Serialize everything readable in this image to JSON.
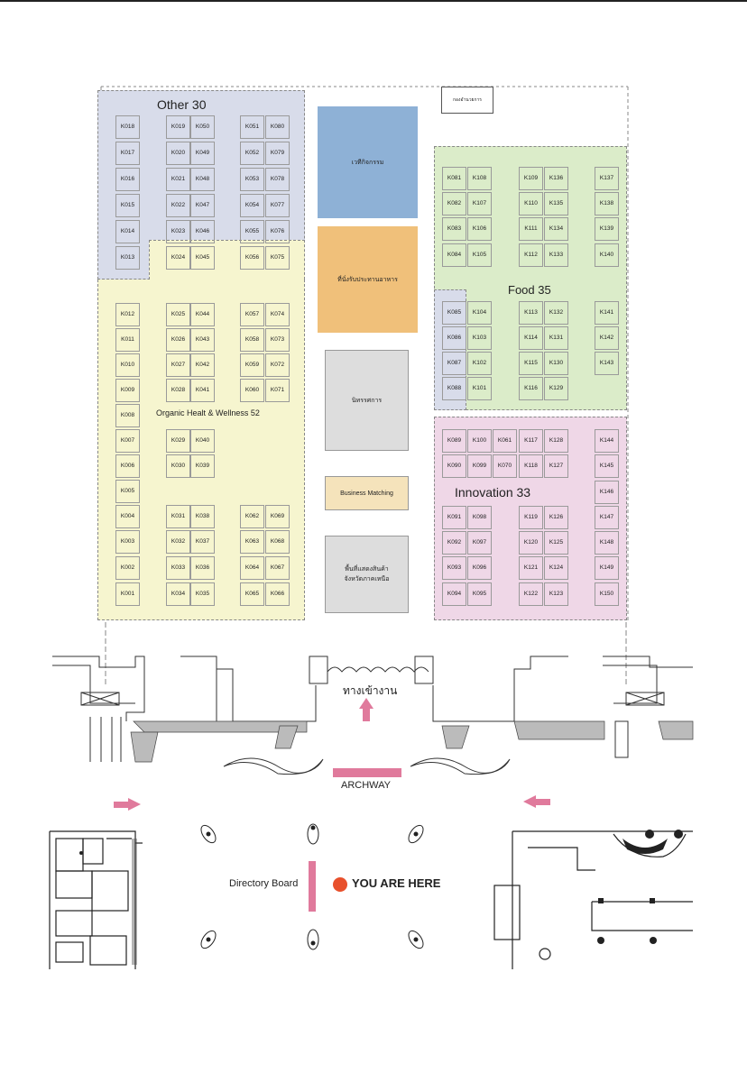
{
  "zones": {
    "other": {
      "label": "Other 30",
      "color": "#d8dcea"
    },
    "organic": {
      "label": "Organic Healt & Wellness 52",
      "color": "#f6f5cf"
    },
    "food": {
      "label": "Food 35",
      "color": "#dbecc9"
    },
    "innovation": {
      "label": "Innovation 33",
      "color": "#efd7e7"
    }
  },
  "facilities": {
    "office": "กองอำนวยการ",
    "stage": "เวทีกิจกรรม",
    "dining": "ที่นั่งรับประทานอาหาร",
    "catering": "นิทรรศการ",
    "business_matching": "Business Matching",
    "northern_products_line1": "พื้นที่แสดงสินค้า",
    "northern_products_line2": "จังหวัดภาคเหนือ"
  },
  "entrance_label": "ทางเข้างาน",
  "archway_label": "ARCHWAY",
  "directory_label": "Directory Board",
  "you_are_here_label": "YOU ARE HERE",
  "colors": {
    "accent_pink": "#e07a9c",
    "you_are_here": "#e8502c",
    "stage": "#8eb1d6",
    "dining": "#f0c07a",
    "catering": "#dddddd",
    "business": "#f5e3bb"
  },
  "booths": [
    {
      "id": "K018",
      "col": 128,
      "row": 128
    },
    {
      "id": "K017",
      "col": 128,
      "row": 157
    },
    {
      "id": "K016",
      "col": 128,
      "row": 186
    },
    {
      "id": "K015",
      "col": 128,
      "row": 215
    },
    {
      "id": "K014",
      "col": 128,
      "row": 244
    },
    {
      "id": "K013",
      "col": 128,
      "row": 273
    },
    {
      "id": "K019",
      "col": 184,
      "row": 128
    },
    {
      "id": "K020",
      "col": 184,
      "row": 157
    },
    {
      "id": "K021",
      "col": 184,
      "row": 186
    },
    {
      "id": "K022",
      "col": 184,
      "row": 215
    },
    {
      "id": "K023",
      "col": 184,
      "row": 244
    },
    {
      "id": "K024",
      "col": 184,
      "row": 273
    },
    {
      "id": "K050",
      "col": 211,
      "row": 128
    },
    {
      "id": "K049",
      "col": 211,
      "row": 157
    },
    {
      "id": "K048",
      "col": 211,
      "row": 186
    },
    {
      "id": "K047",
      "col": 211,
      "row": 215
    },
    {
      "id": "K046",
      "col": 211,
      "row": 244
    },
    {
      "id": "K045",
      "col": 211,
      "row": 273
    },
    {
      "id": "K051",
      "col": 266,
      "row": 128
    },
    {
      "id": "K052",
      "col": 266,
      "row": 157
    },
    {
      "id": "K053",
      "col": 266,
      "row": 186
    },
    {
      "id": "K054",
      "col": 266,
      "row": 215
    },
    {
      "id": "K055",
      "col": 266,
      "row": 244
    },
    {
      "id": "K056",
      "col": 266,
      "row": 273
    },
    {
      "id": "K080",
      "col": 294,
      "row": 128
    },
    {
      "id": "K079",
      "col": 294,
      "row": 157
    },
    {
      "id": "K078",
      "col": 294,
      "row": 186
    },
    {
      "id": "K077",
      "col": 294,
      "row": 215
    },
    {
      "id": "K076",
      "col": 294,
      "row": 244
    },
    {
      "id": "K075",
      "col": 294,
      "row": 273
    },
    {
      "id": "K012",
      "col": 128,
      "row": 336
    },
    {
      "id": "K011",
      "col": 128,
      "row": 364
    },
    {
      "id": "K010",
      "col": 128,
      "row": 392
    },
    {
      "id": "K009",
      "col": 128,
      "row": 420
    },
    {
      "id": "K008",
      "col": 128,
      "row": 448
    },
    {
      "id": "K007",
      "col": 128,
      "row": 476
    },
    {
      "id": "K006",
      "col": 128,
      "row": 504
    },
    {
      "id": "K005",
      "col": 128,
      "row": 532
    },
    {
      "id": "K004",
      "col": 128,
      "row": 560
    },
    {
      "id": "K003",
      "col": 128,
      "row": 588
    },
    {
      "id": "K002",
      "col": 128,
      "row": 617
    },
    {
      "id": "K001",
      "col": 128,
      "row": 646
    },
    {
      "id": "K025",
      "col": 184,
      "row": 336
    },
    {
      "id": "K026",
      "col": 184,
      "row": 364
    },
    {
      "id": "K027",
      "col": 184,
      "row": 392
    },
    {
      "id": "K028",
      "col": 184,
      "row": 420
    },
    {
      "id": "K044",
      "col": 211,
      "row": 336
    },
    {
      "id": "K043",
      "col": 211,
      "row": 364
    },
    {
      "id": "K042",
      "col": 211,
      "row": 392
    },
    {
      "id": "K041",
      "col": 211,
      "row": 420
    },
    {
      "id": "K029",
      "col": 184,
      "row": 476
    },
    {
      "id": "K030",
      "col": 184,
      "row": 504
    },
    {
      "id": "K040",
      "col": 211,
      "row": 476
    },
    {
      "id": "K039",
      "col": 211,
      "row": 504
    },
    {
      "id": "K031",
      "col": 184,
      "row": 560
    },
    {
      "id": "K032",
      "col": 184,
      "row": 588
    },
    {
      "id": "K033",
      "col": 184,
      "row": 617
    },
    {
      "id": "K034",
      "col": 184,
      "row": 646
    },
    {
      "id": "K038",
      "col": 211,
      "row": 560
    },
    {
      "id": "K037",
      "col": 211,
      "row": 588
    },
    {
      "id": "K036",
      "col": 211,
      "row": 617
    },
    {
      "id": "K035",
      "col": 211,
      "row": 646
    },
    {
      "id": "K057",
      "col": 266,
      "row": 336
    },
    {
      "id": "K058",
      "col": 266,
      "row": 364
    },
    {
      "id": "K059",
      "col": 266,
      "row": 392
    },
    {
      "id": "K060",
      "col": 266,
      "row": 420
    },
    {
      "id": "K074",
      "col": 294,
      "row": 336
    },
    {
      "id": "K073",
      "col": 294,
      "row": 364
    },
    {
      "id": "K072",
      "col": 294,
      "row": 392
    },
    {
      "id": "K071",
      "col": 294,
      "row": 420
    },
    {
      "id": "K062",
      "col": 266,
      "row": 560
    },
    {
      "id": "K063",
      "col": 266,
      "row": 588
    },
    {
      "id": "K064",
      "col": 266,
      "row": 617
    },
    {
      "id": "K065",
      "col": 266,
      "row": 646
    },
    {
      "id": "K069",
      "col": 294,
      "row": 560
    },
    {
      "id": "K068",
      "col": 294,
      "row": 588
    },
    {
      "id": "K067",
      "col": 294,
      "row": 617
    },
    {
      "id": "K066",
      "col": 294,
      "row": 646
    },
    {
      "id": "K081",
      "col": 490,
      "row": 185
    },
    {
      "id": "K082",
      "col": 490,
      "row": 213
    },
    {
      "id": "K083",
      "col": 490,
      "row": 241
    },
    {
      "id": "K084",
      "col": 490,
      "row": 270
    },
    {
      "id": "K108",
      "col": 518,
      "row": 185
    },
    {
      "id": "K107",
      "col": 518,
      "row": 213
    },
    {
      "id": "K106",
      "col": 518,
      "row": 241
    },
    {
      "id": "K105",
      "col": 518,
      "row": 270
    },
    {
      "id": "K109",
      "col": 575,
      "row": 185
    },
    {
      "id": "K110",
      "col": 575,
      "row": 213
    },
    {
      "id": "K111",
      "col": 575,
      "row": 241
    },
    {
      "id": "K112",
      "col": 575,
      "row": 270
    },
    {
      "id": "K136",
      "col": 603,
      "row": 185
    },
    {
      "id": "K135",
      "col": 603,
      "row": 213
    },
    {
      "id": "K134",
      "col": 603,
      "row": 241
    },
    {
      "id": "K133",
      "col": 603,
      "row": 270
    },
    {
      "id": "K137",
      "col": 659,
      "row": 185
    },
    {
      "id": "K138",
      "col": 659,
      "row": 213
    },
    {
      "id": "K139",
      "col": 659,
      "row": 241
    },
    {
      "id": "K140",
      "col": 659,
      "row": 270
    },
    {
      "id": "K085",
      "col": 490,
      "row": 334
    },
    {
      "id": "K086",
      "col": 490,
      "row": 362
    },
    {
      "id": "K087",
      "col": 490,
      "row": 390
    },
    {
      "id": "K088",
      "col": 490,
      "row": 418
    },
    {
      "id": "K104",
      "col": 518,
      "row": 334
    },
    {
      "id": "K103",
      "col": 518,
      "row": 362
    },
    {
      "id": "K102",
      "col": 518,
      "row": 390
    },
    {
      "id": "K101",
      "col": 518,
      "row": 418
    },
    {
      "id": "K113",
      "col": 575,
      "row": 334
    },
    {
      "id": "K114",
      "col": 575,
      "row": 362
    },
    {
      "id": "K115",
      "col": 575,
      "row": 390
    },
    {
      "id": "K116",
      "col": 575,
      "row": 418
    },
    {
      "id": "K132",
      "col": 603,
      "row": 334
    },
    {
      "id": "K131",
      "col": 603,
      "row": 362
    },
    {
      "id": "K130",
      "col": 603,
      "row": 390
    },
    {
      "id": "K129",
      "col": 603,
      "row": 418
    },
    {
      "id": "K141",
      "col": 659,
      "row": 334
    },
    {
      "id": "K142",
      "col": 659,
      "row": 362
    },
    {
      "id": "K143",
      "col": 659,
      "row": 390
    },
    {
      "id": "K089",
      "col": 490,
      "row": 476
    },
    {
      "id": "K090",
      "col": 490,
      "row": 504
    },
    {
      "id": "K100",
      "col": 518,
      "row": 476
    },
    {
      "id": "K099",
      "col": 518,
      "row": 504
    },
    {
      "id": "K061",
      "col": 546,
      "row": 476
    },
    {
      "id": "K070",
      "col": 546,
      "row": 504
    },
    {
      "id": "K117",
      "col": 575,
      "row": 476
    },
    {
      "id": "K118",
      "col": 575,
      "row": 504
    },
    {
      "id": "K128",
      "col": 603,
      "row": 476
    },
    {
      "id": "K127",
      "col": 603,
      "row": 504
    },
    {
      "id": "K144",
      "col": 659,
      "row": 476
    },
    {
      "id": "K145",
      "col": 659,
      "row": 504
    },
    {
      "id": "K146",
      "col": 659,
      "row": 533
    },
    {
      "id": "K147",
      "col": 659,
      "row": 561
    },
    {
      "id": "K148",
      "col": 659,
      "row": 589
    },
    {
      "id": "K149",
      "col": 659,
      "row": 617
    },
    {
      "id": "K150",
      "col": 659,
      "row": 646
    },
    {
      "id": "K091",
      "col": 490,
      "row": 561
    },
    {
      "id": "K092",
      "col": 490,
      "row": 589
    },
    {
      "id": "K093",
      "col": 490,
      "row": 617
    },
    {
      "id": "K094",
      "col": 490,
      "row": 646
    },
    {
      "id": "K098",
      "col": 518,
      "row": 561
    },
    {
      "id": "K097",
      "col": 518,
      "row": 589
    },
    {
      "id": "K096",
      "col": 518,
      "row": 617
    },
    {
      "id": "K095",
      "col": 518,
      "row": 646
    },
    {
      "id": "K119",
      "col": 575,
      "row": 561
    },
    {
      "id": "K120",
      "col": 575,
      "row": 589
    },
    {
      "id": "K121",
      "col": 575,
      "row": 617
    },
    {
      "id": "K122",
      "col": 575,
      "row": 646
    },
    {
      "id": "K126",
      "col": 603,
      "row": 561
    },
    {
      "id": "K125",
      "col": 603,
      "row": 589
    },
    {
      "id": "K124",
      "col": 603,
      "row": 617
    },
    {
      "id": "K123",
      "col": 603,
      "row": 646
    }
  ]
}
